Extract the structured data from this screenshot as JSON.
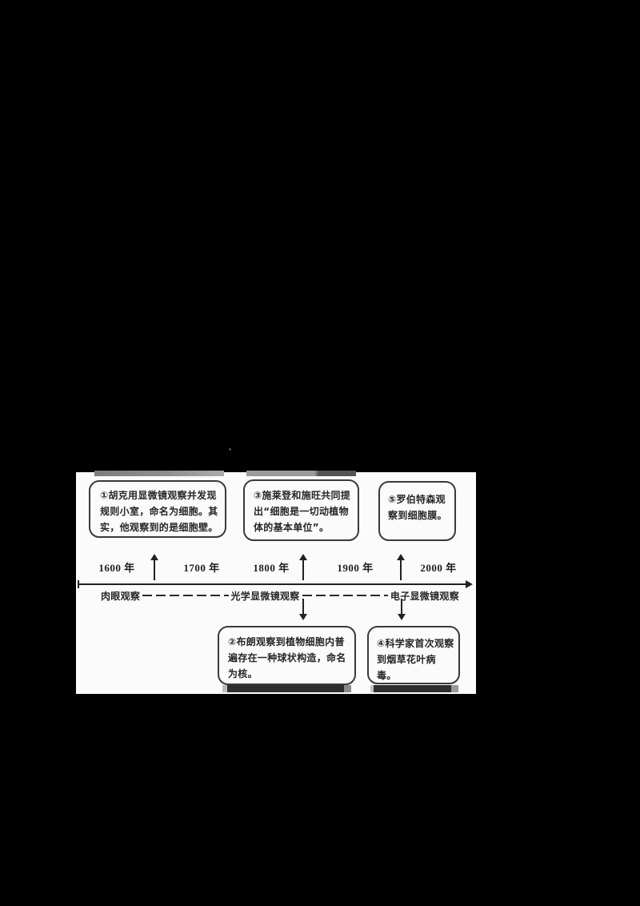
{
  "meta": {
    "background_color": "#000000",
    "panel_color": "#fbfbfb",
    "ink_color": "#262626",
    "border_color": "#3a3a3a"
  },
  "timeline": {
    "years": [
      "1600 年",
      "1700 年",
      "1800 年",
      "1900 年",
      "2000 年"
    ],
    "eras": [
      "肉眼观察",
      "光学显微镜观察",
      "电子显微镜观察"
    ],
    "events_above": [
      {
        "num": "①",
        "text": "①胡克用显微镜观察并发现规则小室，命名为细胞。其实，他观察到的是细胞壁。"
      },
      {
        "num": "③",
        "text": "③施莱登和施旺共同提出“细胞是一切动植物体的基本单位”。"
      },
      {
        "num": "⑤",
        "text": "⑤罗伯特森观察到细胞膜。"
      }
    ],
    "events_below": [
      {
        "num": "②",
        "text": "②布朗观察到植物细胞内普遍存在一种球状构造，命名为核。"
      },
      {
        "num": "④",
        "text": "④科学家首次观察到烟草花叶病毒。"
      }
    ]
  }
}
